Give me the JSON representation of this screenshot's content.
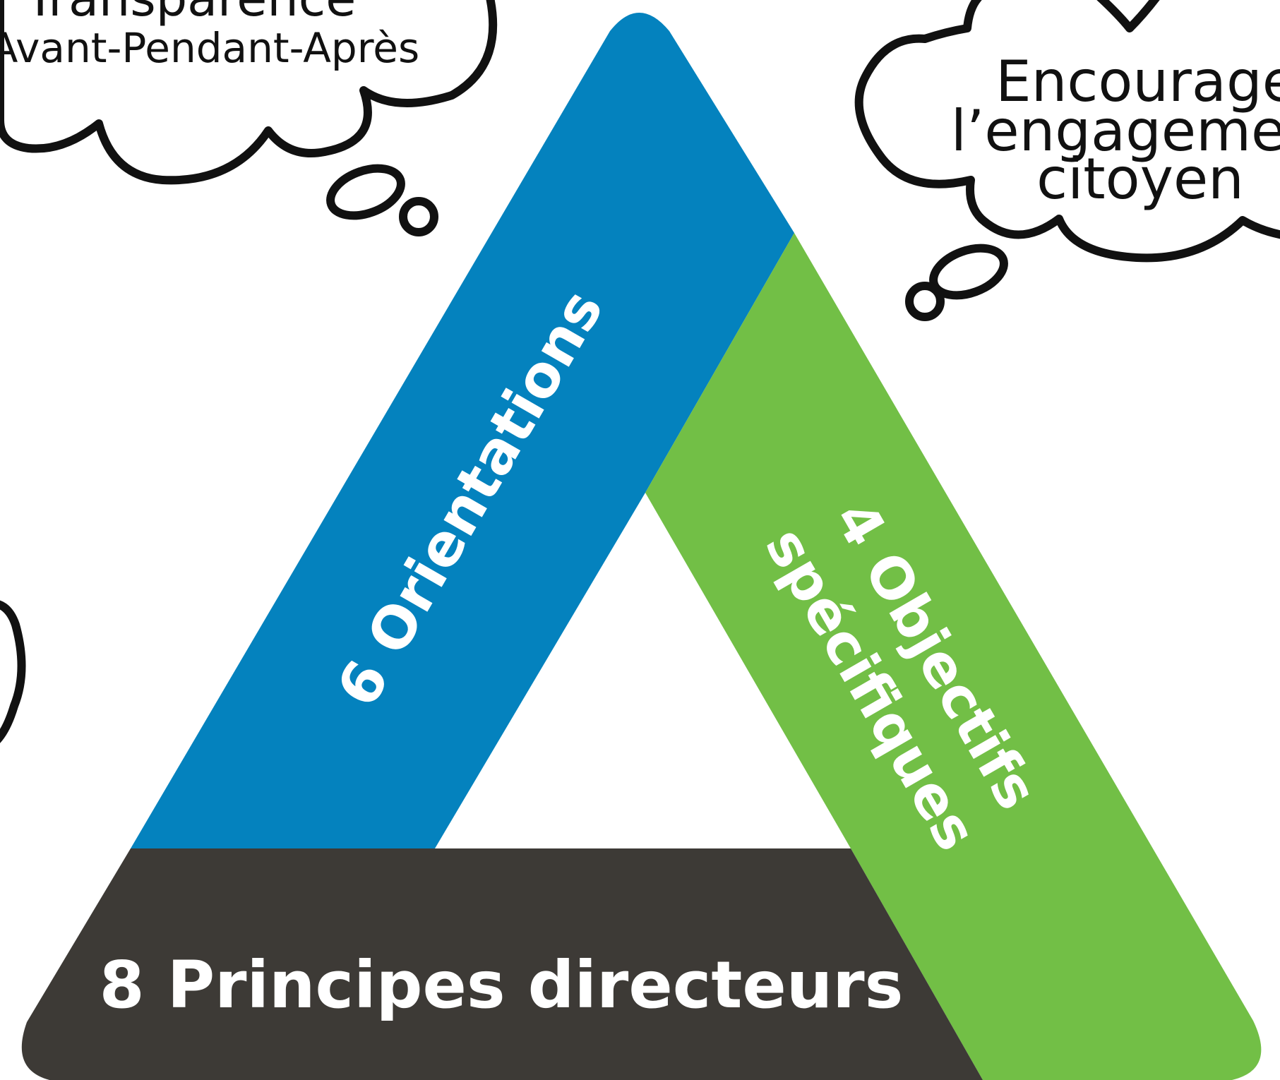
{
  "colors": {
    "blue": "#0482be",
    "green": "#72bf46",
    "dark": "#3d3a36",
    "text_light": "#ffffff",
    "ink": "#111111"
  },
  "triangle": {
    "left_side": {
      "label": "6 Orientations"
    },
    "right_side": {
      "label_line1": "4 Objectifs",
      "label_line2": "spécifiques"
    },
    "bottom_side": {
      "label": "8 Principes directeurs"
    }
  },
  "clouds": {
    "top_left": {
      "line1": "Transparence",
      "line2": "Avant-Pendant-Après"
    },
    "top_right": {
      "line1": "Encourager",
      "line2": "l’engagement",
      "line3": "citoyen"
    }
  }
}
